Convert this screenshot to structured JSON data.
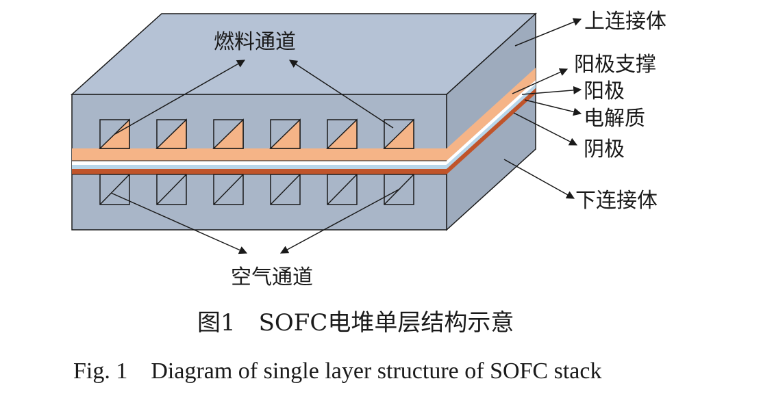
{
  "labels": {
    "fuel_channel": "燃料通道",
    "air_channel": "空气通道",
    "upper_interconnect": "上连接体",
    "anode_support": "阳极支撑",
    "anode": "阳极",
    "electrolyte": "电解质",
    "cathode": "阴极",
    "lower_interconnect": "下连接体"
  },
  "caption": {
    "zh": "图1　SOFC电堆单层结构示意",
    "en": "Fig. 1　Diagram of single layer structure of SOFC stack"
  },
  "colors": {
    "interconnect_front": "#a9b6c8",
    "interconnect_top": "#b5c2d5",
    "interconnect_side": "#9eabbd",
    "anode_support": "#f5b487",
    "anode": "#ffffff",
    "electrolyte": "#b7d6ea",
    "cathode": "#c0542a",
    "outline": "#1a1a1a"
  }
}
